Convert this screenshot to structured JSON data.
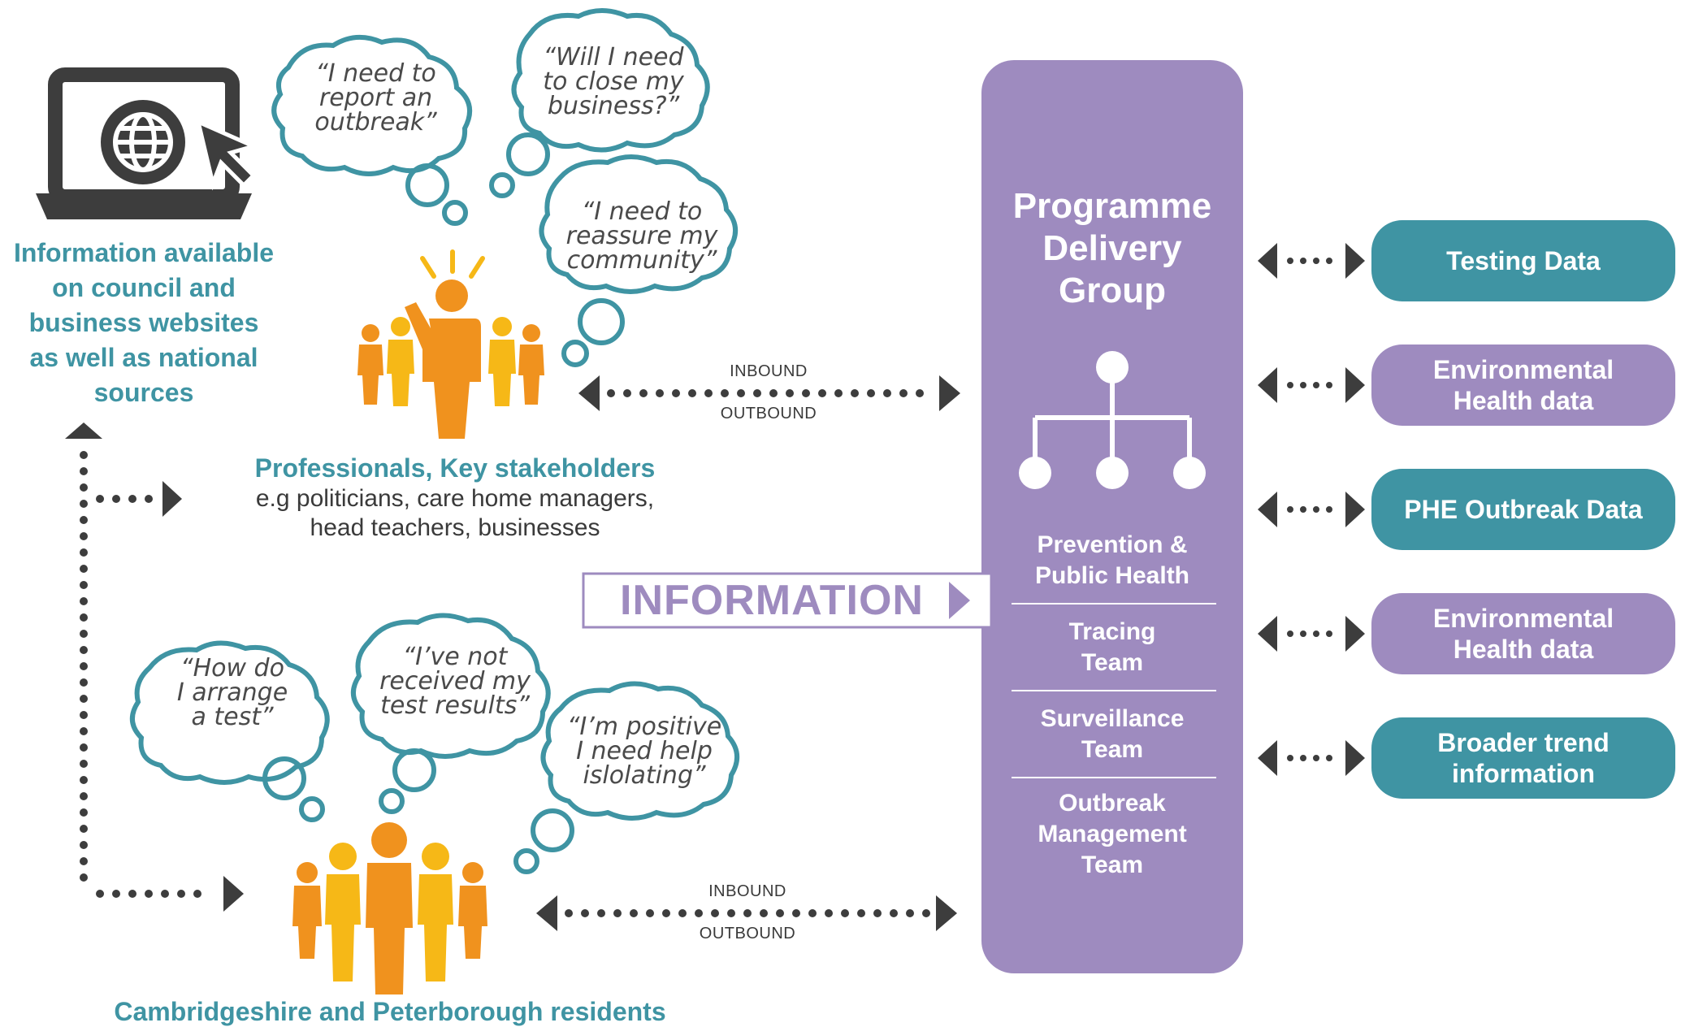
{
  "colors": {
    "teal": "#3f94a3",
    "purple": "#9e8bbf",
    "orange": "#f0921e",
    "yellow": "#f6b817",
    "dark": "#3d3d3d"
  },
  "website": {
    "icon": "laptop-globe-cursor-icon",
    "lines": [
      "Information available",
      "on council and",
      "business websites",
      "as well as national",
      "sources"
    ]
  },
  "professionals": {
    "icon": "speaker-crowd-icon",
    "bubbles": [
      {
        "lines": [
          "“I need to",
          "report an",
          "outbreak”"
        ]
      },
      {
        "lines": [
          "“Will I need",
          "to close my",
          "business?”"
        ]
      },
      {
        "lines": [
          "“I need to",
          "reassure my",
          "community”"
        ]
      }
    ],
    "title": "Professionals, Key stakeholders",
    "subtitle_lines": [
      "e.g politicians, care home managers,",
      "head teachers, businesses"
    ]
  },
  "residents": {
    "icon": "people-group-icon",
    "bubbles": [
      {
        "lines": [
          "“How do",
          "I arrange",
          "a test”"
        ]
      },
      {
        "lines": [
          "“I’ve not",
          "received my",
          "test results”"
        ]
      },
      {
        "lines": [
          "“I’m positive",
          "I need help",
          "islolating”"
        ]
      }
    ],
    "title": "Cambridgeshire and Peterborough residents"
  },
  "flows": {
    "top": {
      "inbound": "INBOUND",
      "outbound": "OUTBOUND"
    },
    "bottom": {
      "inbound": "INBOUND",
      "outbound": "OUTBOUND"
    }
  },
  "information_label": "INFORMATION",
  "pdg": {
    "title_lines": [
      "Programme",
      "Delivery",
      "Group"
    ],
    "icon": "org-chart-icon",
    "sections": [
      {
        "lines": [
          "Prevention &",
          "Public Health"
        ]
      },
      {
        "lines": [
          "Tracing",
          "Team"
        ]
      },
      {
        "lines": [
          "Surveillance",
          "Team"
        ]
      },
      {
        "lines": [
          "Outbreak",
          "Management",
          "Team"
        ]
      }
    ]
  },
  "data_sources": [
    {
      "lines": [
        "Testing Data"
      ],
      "color": "teal"
    },
    {
      "lines": [
        "Environmental",
        "Health data"
      ],
      "color": "purple"
    },
    {
      "lines": [
        "PHE Outbreak Data"
      ],
      "color": "teal"
    },
    {
      "lines": [
        "Environmental",
        "Health data"
      ],
      "color": "purple"
    },
    {
      "lines": [
        "Broader trend",
        "information"
      ],
      "color": "teal"
    }
  ]
}
